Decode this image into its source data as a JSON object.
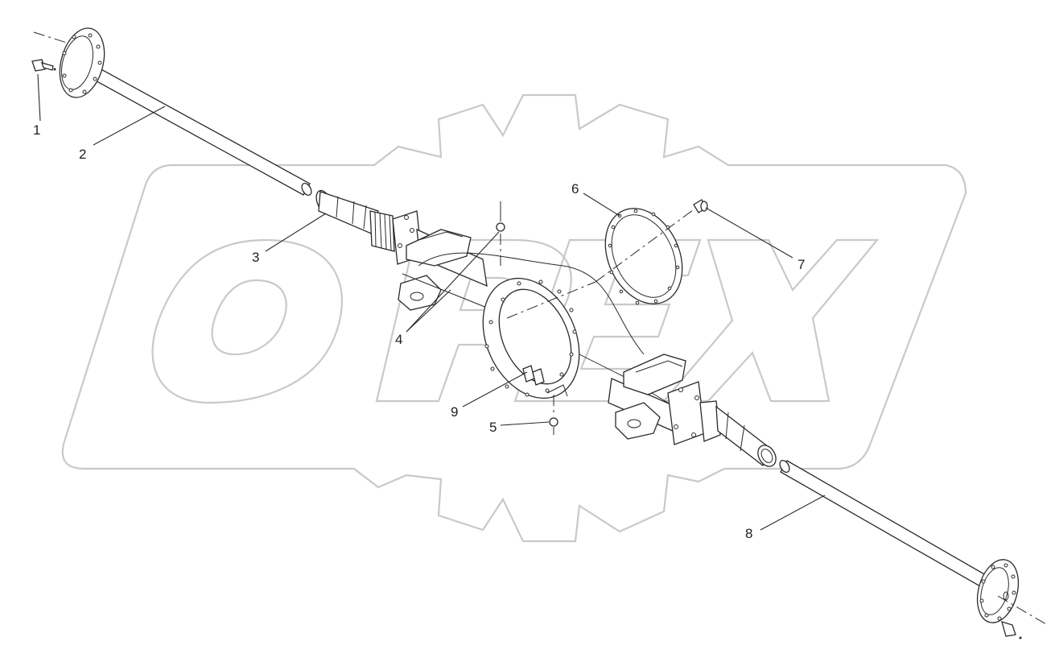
{
  "diagram": {
    "watermark": "OPEX",
    "corner_mark": "",
    "parts": [
      {
        "id": "1",
        "label": "1"
      },
      {
        "id": "2",
        "label": "2"
      },
      {
        "id": "3",
        "label": "3"
      },
      {
        "id": "4",
        "label": "4"
      },
      {
        "id": "5",
        "label": "5"
      },
      {
        "id": "6",
        "label": "6"
      },
      {
        "id": "7",
        "label": "7"
      },
      {
        "id": "8",
        "label": "8"
      },
      {
        "id": "9",
        "label": "9"
      }
    ]
  }
}
